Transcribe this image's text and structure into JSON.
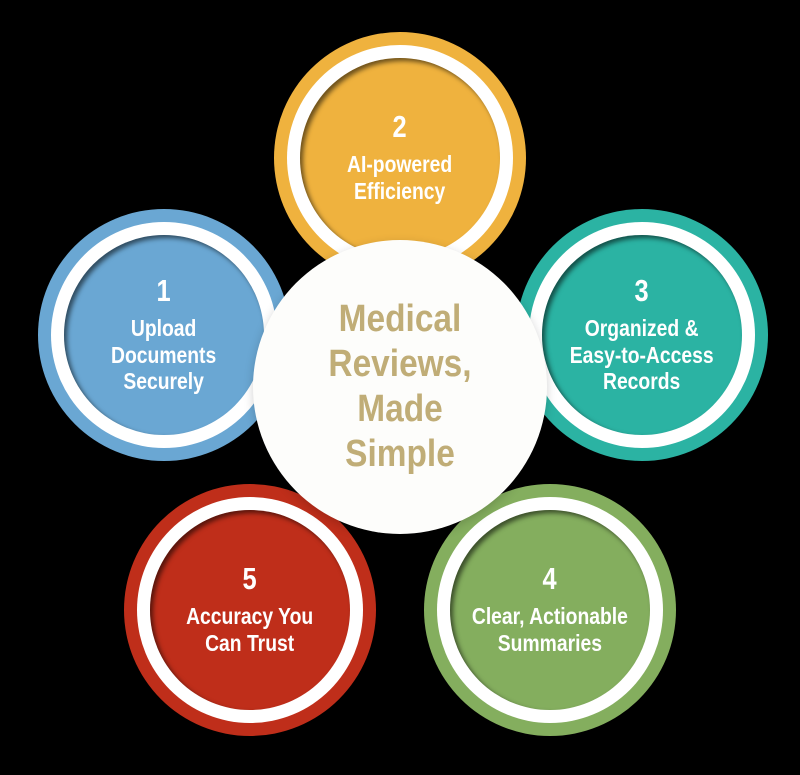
{
  "background_color": "#000000",
  "center": {
    "title": "Medical\nReviews, Made\nSimple",
    "text_color": "#c0ad77",
    "background_color": "#fdfdfb"
  },
  "steps": [
    {
      "id": "petal-1",
      "number": "1",
      "label": "Upload\nDocuments\nSecurely",
      "color": "#6aa7d3",
      "position": "upper-left"
    },
    {
      "id": "petal-2",
      "number": "2",
      "label": "AI-powered\nEfficiency",
      "color": "#efb23e",
      "position": "top"
    },
    {
      "id": "petal-3",
      "number": "3",
      "label": "Organized &\nEasy-to-Access\nRecords",
      "color": "#2bb3a3",
      "position": "upper-right"
    },
    {
      "id": "petal-4",
      "number": "4",
      "label": "Clear, Actionable\nSummaries",
      "color": "#84ae5e",
      "position": "lower-right"
    },
    {
      "id": "petal-5",
      "number": "5",
      "label": "Accuracy You\nCan Trust",
      "color": "#bf2e1a",
      "position": "lower-left"
    }
  ]
}
